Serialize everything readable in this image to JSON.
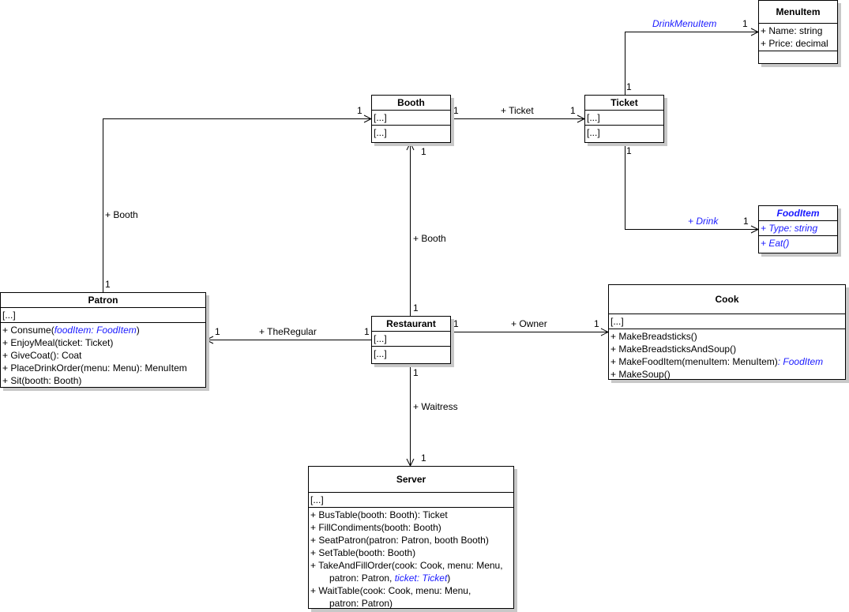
{
  "classes": {
    "menuitem": {
      "name": "MenuItem",
      "attributes": [
        "+ Name: string",
        "+ Price: decimal"
      ],
      "operations": []
    },
    "booth": {
      "name": "Booth",
      "attributes": [
        "[...]"
      ],
      "operations": [
        "[...]"
      ]
    },
    "ticket": {
      "name": "Ticket",
      "attributes": [
        "[...]"
      ],
      "operations": [
        "[...]"
      ]
    },
    "fooditem": {
      "name": "FoodItem",
      "abstract": true,
      "attributes": [
        "+ Type: string"
      ],
      "operations": [
        "+ Eat()"
      ]
    },
    "patron": {
      "name": "Patron",
      "attributes": [
        "[...]"
      ],
      "operations": [
        {
          "prefix": "+ Consume(",
          "italic": "foodItem: FoodItem",
          "suffix": ")"
        },
        {
          "prefix": "+ EnjoyMeal(ticket: Ticket)"
        },
        {
          "prefix": "+ GiveCoat(): Coat"
        },
        {
          "prefix": "+ PlaceDrinkOrder(menu: Menu): MenuItem"
        },
        {
          "prefix": "+ Sit(booth: Booth)"
        }
      ]
    },
    "restaurant": {
      "name": "Restaurant",
      "attributes": [
        "[...]"
      ],
      "operations": [
        "[...]"
      ]
    },
    "cook": {
      "name": "Cook",
      "attributes": [
        "[...]"
      ],
      "operations": [
        {
          "prefix": "+ MakeBreadsticks()"
        },
        {
          "prefix": "+ MakeBreadsticksAndSoup()"
        },
        {
          "prefix": "+ MakeFoodItem(menuItem: MenuItem)",
          "italic": ": FoodItem"
        },
        {
          "prefix": "+ MakeSoup()"
        }
      ]
    },
    "server": {
      "name": "Server",
      "attributes": [
        "[...]"
      ],
      "operations": [
        {
          "prefix": "+ BusTable(booth: Booth): Ticket"
        },
        {
          "prefix": "+ FillCondiments(booth: Booth)"
        },
        {
          "prefix": "+ SeatPatron(patron: Patron, booth Booth)"
        },
        {
          "prefix": "+ SetTable(booth: Booth)"
        },
        {
          "prefix": "+ TakeAndFillOrder(cook: Cook, menu: Menu,"
        },
        {
          "prefix": "patron: Patron, ",
          "italic": "ticket: Ticket",
          "suffix": ")",
          "continuation": true
        },
        {
          "prefix": "+ WaitTable(cook: Cook, menu: Menu,"
        },
        {
          "prefix": "patron: Patron)",
          "continuation": true
        }
      ]
    }
  },
  "associations": [
    {
      "id": "ticket-menuitem",
      "role": "DrinkMenuItem",
      "role_italic": true,
      "source_mult": "1",
      "target_mult": "1"
    },
    {
      "id": "booth-ticket",
      "role": "+ Ticket",
      "source_mult": "1",
      "target_mult": "1"
    },
    {
      "id": "ticket-fooditem",
      "role": "+ Drink",
      "role_italic": true,
      "source_mult": "1",
      "target_mult": "1"
    },
    {
      "id": "patron-booth",
      "role": "+ Booth",
      "source_mult": "1",
      "target_mult": "1"
    },
    {
      "id": "restaurant-booth",
      "role": "+ Booth",
      "source_mult": "1",
      "target_mult": "1"
    },
    {
      "id": "restaurant-patron",
      "role": "+ TheRegular",
      "source_mult": "1",
      "target_mult": "1"
    },
    {
      "id": "restaurant-cook",
      "role": "+ Owner",
      "source_mult": "1",
      "target_mult": "1"
    },
    {
      "id": "restaurant-server",
      "role": "+ Waitress",
      "source_mult": "1",
      "target_mult": "1"
    }
  ]
}
